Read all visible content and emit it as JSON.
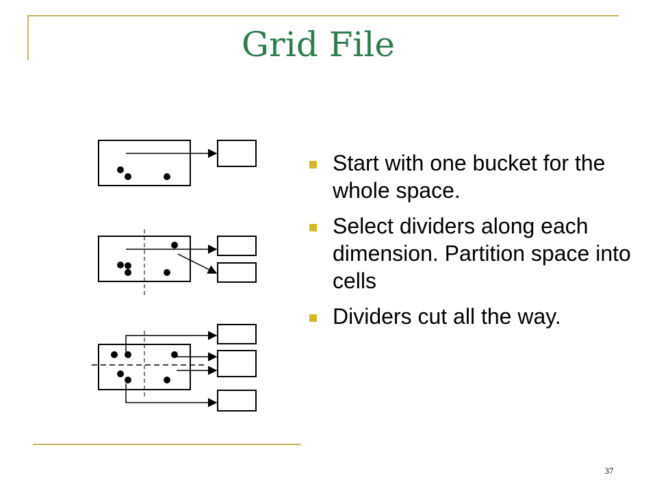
{
  "slide": {
    "title": "Grid File",
    "bullets": [
      "Start with one bucket for the whole space.",
      "Select dividers along each dimension. Partition space into cells",
      "Dividers cut all the way."
    ],
    "page_number": "37"
  },
  "colors": {
    "title": "#2e7d4f",
    "accent_rule": "#c9b25a",
    "bullet_marker": "#d4b82c"
  }
}
